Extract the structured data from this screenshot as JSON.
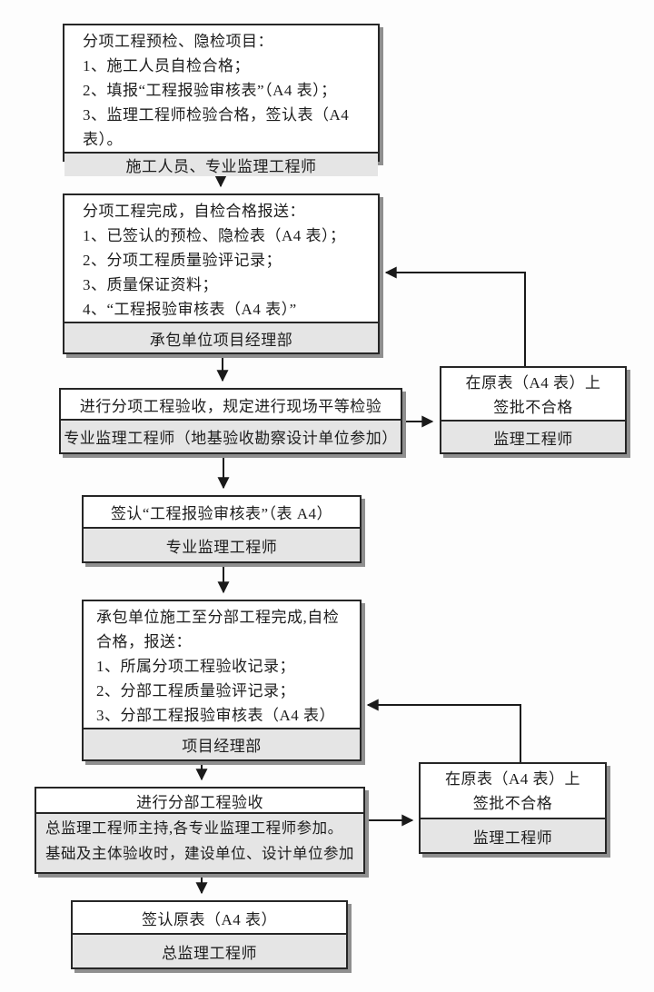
{
  "colors": {
    "background": "#fdfdfd",
    "box_border": "#262626",
    "footer_bg": "#e5e5e5",
    "shadow": "#8f8f8f",
    "line": "#1a1a1a"
  },
  "boxes": {
    "precheck": {
      "lines": [
        "分项工程预检、隐检项目：",
        "1、施工人员自检合格；",
        "2、填报“工程报验审核表”（A4 表）；",
        "3、监理工程师检验合格，签认表（A4 表）。"
      ],
      "footer": "施工人员、专业监理工程师"
    },
    "subitem_report": {
      "lines": [
        "分项工程完成，自检合格报送：",
        "1、已签认的预检、隐检表（A4 表）；",
        "2、分项工程质量验评记录；",
        "3、质量保证资料；",
        "4、“工程报验审核表（A4 表）”"
      ],
      "footer": "承包单位项目经理部"
    },
    "subitem_acceptance": {
      "header": "进行分项工程验收，规定进行现场平等检验",
      "footer": "专业监理工程师（地基验收勘察设计单位参加）"
    },
    "reject_subitem": {
      "lines": [
        "在原表（A4 表）上",
        "签批不合格"
      ],
      "footer": "监理工程师"
    },
    "sign_form": {
      "header": "签认“工程报验审核表”（表 A4）",
      "footer": "专业监理工程师"
    },
    "subdivision_report": {
      "lines": [
        "承包单位施工至分部工程完成,自检合格，报送：",
        "1、所属分项工程验收记录；",
        "2、分部工程质量验评记录；",
        "3、分部工程报验审核表（A4 表）"
      ],
      "footer": "项目经理部"
    },
    "subdivision_acceptance": {
      "header": "进行分部工程验收",
      "footer": "总监理工程师主持,各专业监理工程师参加。基础及主体验收时，建设单位、设计单位参加"
    },
    "reject_subdivision": {
      "lines": [
        "在原表（A4 表）上",
        "签批不合格"
      ],
      "footer": "监理工程师"
    },
    "sign_original": {
      "header": "签认原表（A4 表）",
      "footer": "总监理工程师"
    }
  }
}
